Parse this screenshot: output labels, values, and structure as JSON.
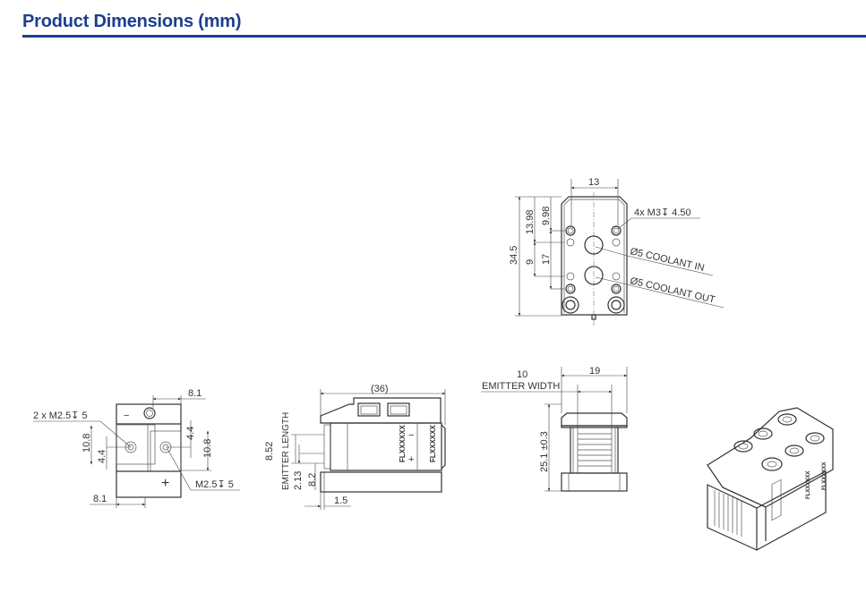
{
  "page": {
    "title": "Product Dimensions (mm)",
    "accent_color": "#1b3f8f"
  },
  "top_view": {
    "dim_width": "13",
    "dim_height": "34.5",
    "dim_a": "13.98",
    "dim_b": "9.98",
    "dim_c": "9",
    "dim_d": "17",
    "callout_m3": "4x M3↧ 4.50",
    "callout_in": "Ø5 COOLANT IN",
    "callout_out": "Ø5 COOLANT OUT"
  },
  "front_view": {
    "dim_top": "8.1",
    "dim_bottom": "8.1",
    "dim_left_h": "10.8",
    "dim_left_s": "4.4",
    "dim_right_h": "10.8",
    "dim_right_s": "4.4",
    "callout_left": "2 x  M2.5↧ 5",
    "callout_right": "M2.5↧ 5",
    "minus": "−",
    "plus": "+"
  },
  "side_view": {
    "dim_length": "(36)",
    "dim_emitter": "8.52",
    "emitter_label": "EMITTER LENGTH",
    "dim_a": "2.13",
    "dim_b": "8.2",
    "dim_c": "1.5",
    "label_part": "FLXXXXXX",
    "minus": "−",
    "plus": "+"
  },
  "end_view": {
    "emitter_width": "10",
    "emitter_label": "EMITTER WIDTH",
    "dim_width": "19",
    "dim_height": "25.1 ±0.3"
  }
}
